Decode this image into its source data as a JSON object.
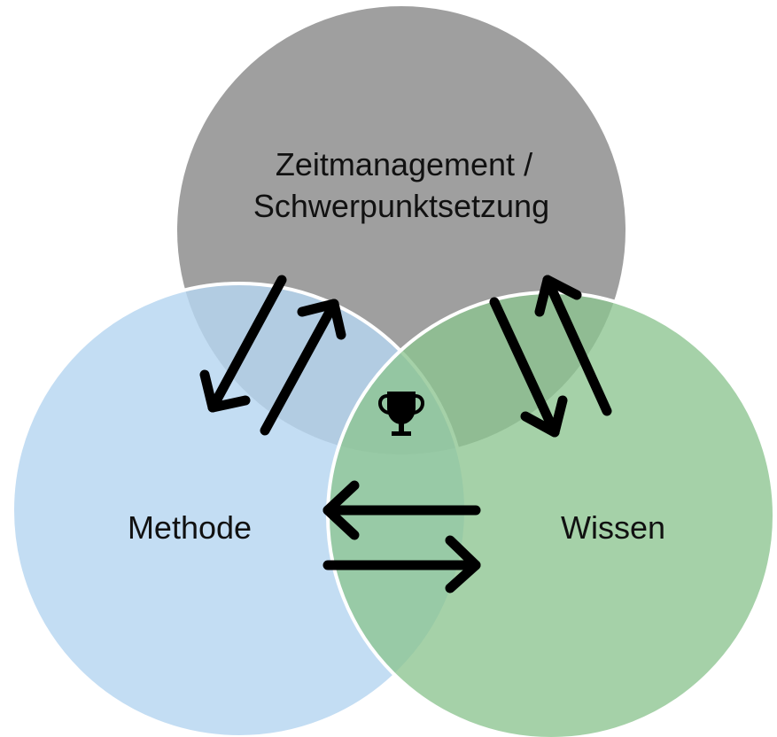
{
  "diagram": {
    "circles": {
      "top": {
        "label_lines": [
          "Zeitmanagement /",
          "Schwerpunktsetzung"
        ],
        "color": "#8a8a8a"
      },
      "left": {
        "label": "Methode",
        "color": "#b6d6f0"
      },
      "right": {
        "label": "Wissen",
        "color": "#97c99a"
      }
    },
    "center_icon": "trophy-icon",
    "arrow_color": "#000000",
    "outline_color": "#ffffff"
  }
}
